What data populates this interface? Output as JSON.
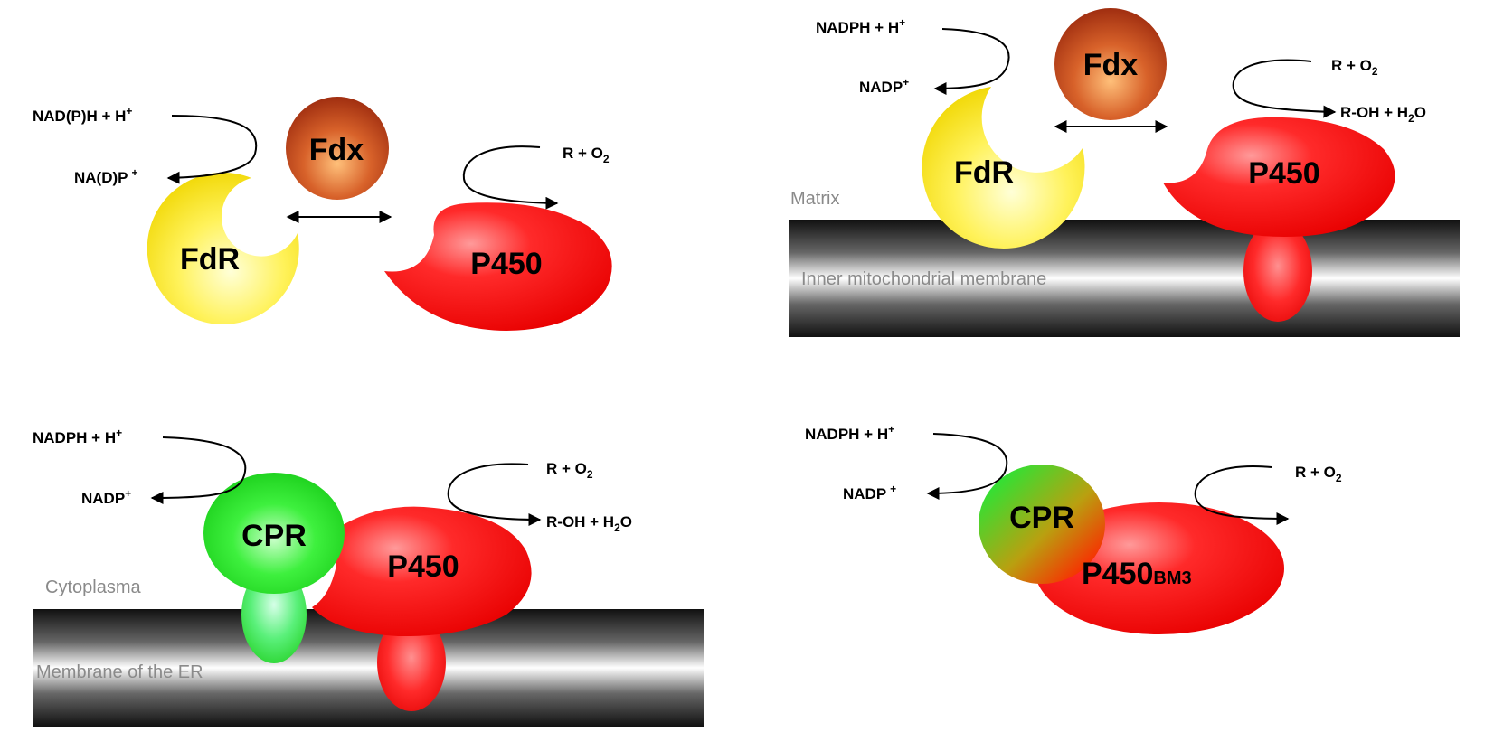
{
  "panel_a": {
    "cofactor_in": "NAD(P)H + H",
    "cofactor_in_sup": "+",
    "cofactor_out": "NA(D)P",
    "cofactor_out_sup": "+",
    "substrate_1": "R + O",
    "substrate_sub": "2",
    "fdx": "Fdx",
    "fdr": "FdR",
    "p450": "P450"
  },
  "panel_b": {
    "cofactor_in": "NADPH + H",
    "cofactor_in_sup": "+",
    "cofactor_out": "NADP",
    "cofactor_out_sup": "+",
    "substrate_1": "R + O",
    "substrate_sub": "2",
    "product_1": "R-OH +  H",
    "product_sub": "2",
    "product_2": "O",
    "fdx": "Fdx",
    "fdr": "FdR",
    "p450": "P450",
    "compartment": "Matrix",
    "membrane": "Inner mitochondrial membrane"
  },
  "panel_c": {
    "cofactor_in": "NADPH +  H",
    "cofactor_in_sup": "+",
    "cofactor_out": "NADP",
    "cofactor_out_sup": "+",
    "substrate_1": "R + O",
    "substrate_sub": "2",
    "product_1": "R-OH +  H",
    "product_sub": "2",
    "product_2": "O",
    "cpr": "CPR",
    "p450": "P450",
    "compartment": "Cytoplasma",
    "membrane": "Membrane of the ER"
  },
  "panel_d": {
    "cofactor_in": "NADPH + H",
    "cofactor_in_sup": "+",
    "cofactor_out": "NADP",
    "cofactor_out_sup": "+",
    "substrate_1": "R + O",
    "substrate_sub": "2",
    "cpr": "CPR",
    "p450": "P450",
    "p450_sub": "BM3"
  },
  "colors": {
    "p450": "#ff1a1a",
    "fdr": "#ffe600",
    "fdx": "#c04a1a",
    "cpr": "#22dd22",
    "membrane": "#111111"
  }
}
